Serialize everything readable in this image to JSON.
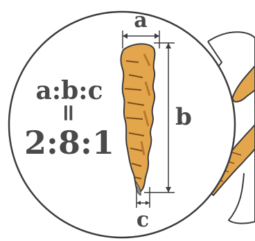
{
  "dimension_labels": {
    "a": "a",
    "b": "b",
    "c": "c"
  },
  "ratio": {
    "names": "a:b:c",
    "equals": "=",
    "values": "2:8:1"
  },
  "colors": {
    "ink": "#3d3b3b",
    "root_fill": "#e3a64c",
    "root_shadow": "#b8762a",
    "background": "#ffffff"
  }
}
